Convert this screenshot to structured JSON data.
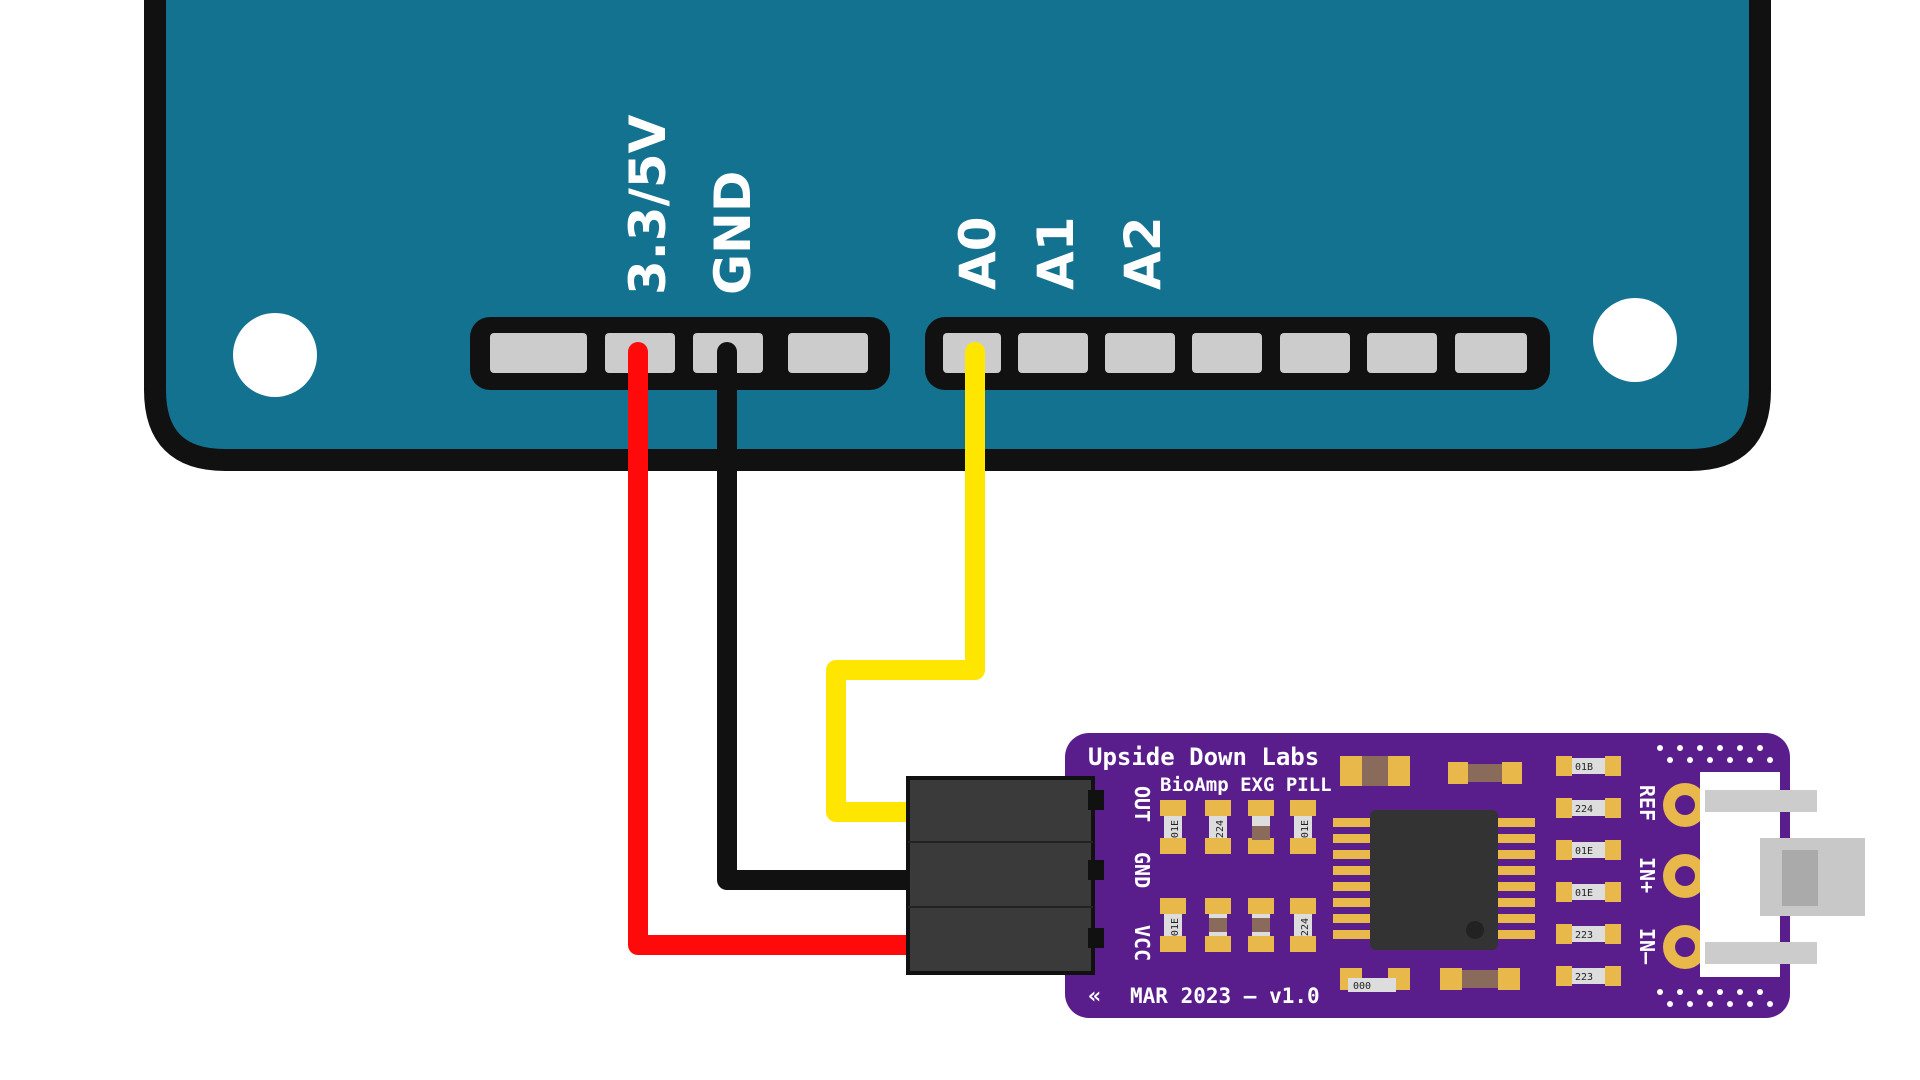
{
  "board": {
    "power_header_labels": [
      "3.3/5V",
      "GND"
    ],
    "analog_header_labels": [
      "A0",
      "A1",
      "A2"
    ],
    "color": "#13728f",
    "outline": "#111111",
    "pin_color": "#cccccc"
  },
  "wires": {
    "power_color": "#ff0a0a",
    "ground_color": "#111111",
    "signal_color": "#ffe600"
  },
  "module": {
    "brand": "Upside Down Labs",
    "product": "BioAmp EXG PILL",
    "date_version": "MAR 2023 – v1.0",
    "left_pins": [
      "OUT",
      "GND",
      "VCC"
    ],
    "right_pins": [
      "REF",
      "IN+",
      "IN–"
    ],
    "component_codes": [
      "01E",
      "224",
      "01E",
      "01E",
      "224",
      "01B",
      "224",
      "01E",
      "01E",
      "223",
      "223",
      "000"
    ],
    "pcb_color": "#5a1e8c",
    "pad_color": "#e8b84a"
  }
}
